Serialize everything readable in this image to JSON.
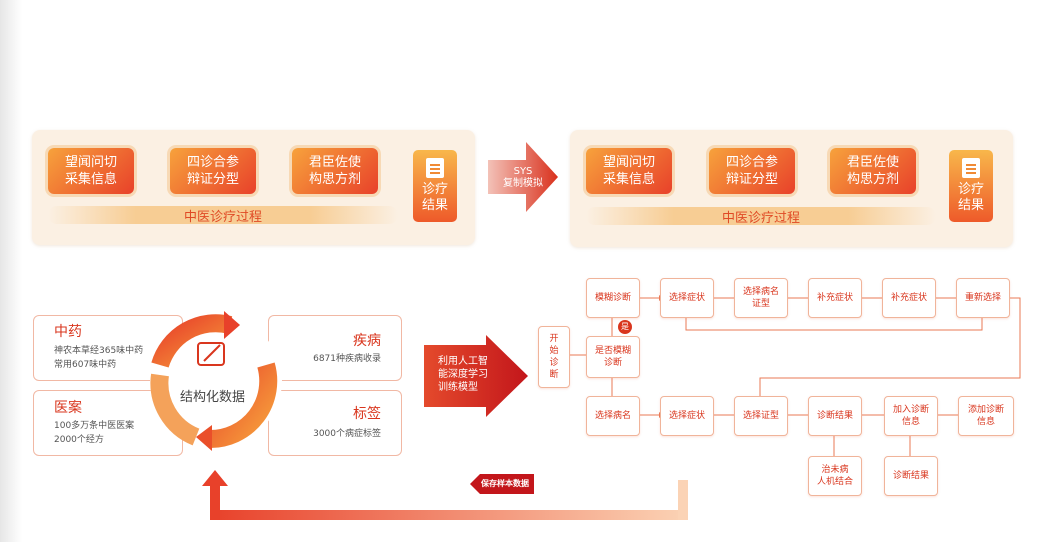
{
  "top_left": {
    "chips": [
      "望闻问切\n采集信息",
      "四诊合参\n辩证分型",
      "君臣佐使\n构思方剂"
    ],
    "band": "中医诊疗过程",
    "result": "诊疗\n结果"
  },
  "top_arrow": {
    "label": "SYS\n复制模拟"
  },
  "top_right": {
    "chips": [
      "望闻问切\n采集信息",
      "四诊合参\n辩证分型",
      "君臣佐使\n构思方剂"
    ],
    "band": "中医诊疗过程",
    "result": "诊疗\n结果"
  },
  "structured": {
    "center": "结构化数据",
    "cards": [
      {
        "title": "中药",
        "desc": "神农本草经365味中药\n常用607味中药"
      },
      {
        "title": "疾病",
        "desc": "6871种疾病收录"
      },
      {
        "title": "医案",
        "desc": "100多万条中医医案\n2000个经方"
      },
      {
        "title": "标签",
        "desc": "3000个病症标签"
      }
    ]
  },
  "ai_arrow": {
    "label": "利用人工智\n能深度学习\n训练模型"
  },
  "flow": {
    "start": "开\n始\n诊\n断",
    "decision": "是否模糊\n诊断",
    "yes_badge": "是",
    "row1": [
      "模糊诊断",
      "选择症状",
      "选择病名\n证型",
      "补充症状",
      "补充症状",
      "重新选择"
    ],
    "row2": [
      "选择病名",
      "选择症状",
      "选择证型",
      "诊断结果",
      "加入诊断\n信息",
      "添加诊断\n信息"
    ],
    "row3": [
      "治未病\n人机结合",
      "诊断结果"
    ]
  },
  "save_arrow": {
    "label": "保存样本数据"
  },
  "colors": {
    "accent": "#e8412a",
    "accent_light": "#f7a23c",
    "panel_bg": "#fbf0e3",
    "text_red": "#d9361e"
  }
}
